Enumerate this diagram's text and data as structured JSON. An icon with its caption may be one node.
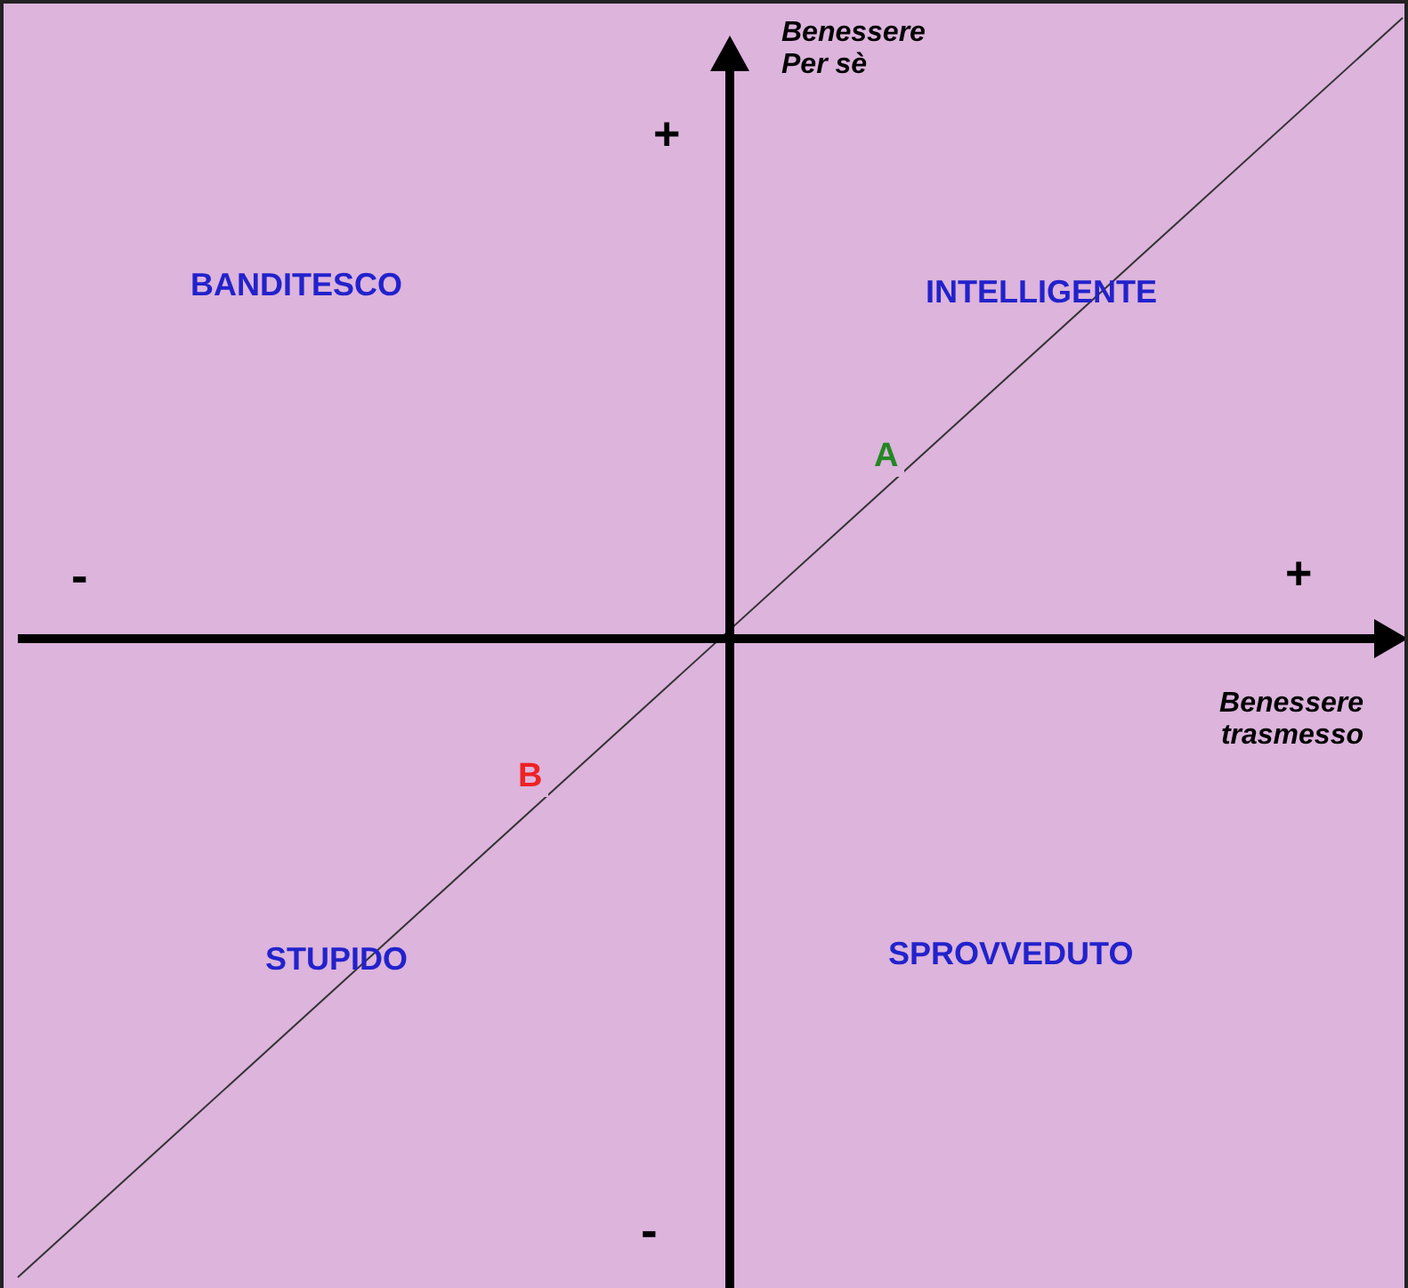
{
  "diagram": {
    "labels": [
      "+",
      "Benessere Per sè",
      "BANDITESCO",
      "INTELLIGENTE",
      "A",
      "-",
      "+",
      "Benessere trasmesso",
      "B",
      "STUPIDO",
      "SPROVVEDUTO",
      "-"
    ]
  }
}
